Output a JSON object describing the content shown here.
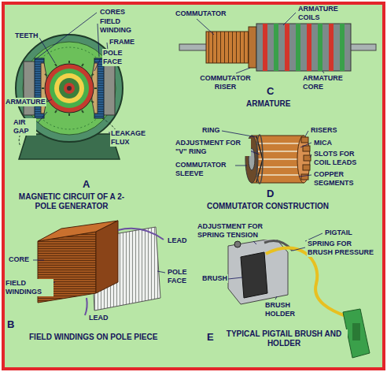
{
  "diagram": {
    "labels": [
      "CORES",
      "FIELD WINDING",
      "TEETH",
      "FRAME",
      "POLE FACE",
      "ARMATURE",
      "AIR GAP",
      "LEAKAGE FLUX",
      "A",
      "MAGNETIC CIRCUIT OF A 2-POLE GENERATOR",
      "COMMUTATOR",
      "ARMATURE COILS",
      "COMMUTATOR RISER",
      "ARMATURE CORE",
      "C",
      "ARMATURE",
      "RING",
      "RISERS",
      "ADJUSTMENT FOR \"V\" RING",
      "MICA",
      "SLOTS FOR COIL LEADS",
      "COMMUTATOR SLEEVE",
      "COPPER SEGMENTS",
      "D",
      "COMMUTATOR CONSTRUCTION",
      "CORE",
      "FIELD WINDINGS",
      "LEAD",
      "POLE FACE",
      "LEAD",
      "B",
      "FIELD WINDINGS ON POLE PIECE",
      "ADJUSTMENT FOR SPRING TENSION",
      "PIGTAIL",
      "SPRING FOR BRUSH PRESSURE",
      "BRUSH",
      "BRUSH HOLDER",
      "E",
      "TYPICAL PIGTAIL BRUSH AND HOLDER"
    ]
  }
}
